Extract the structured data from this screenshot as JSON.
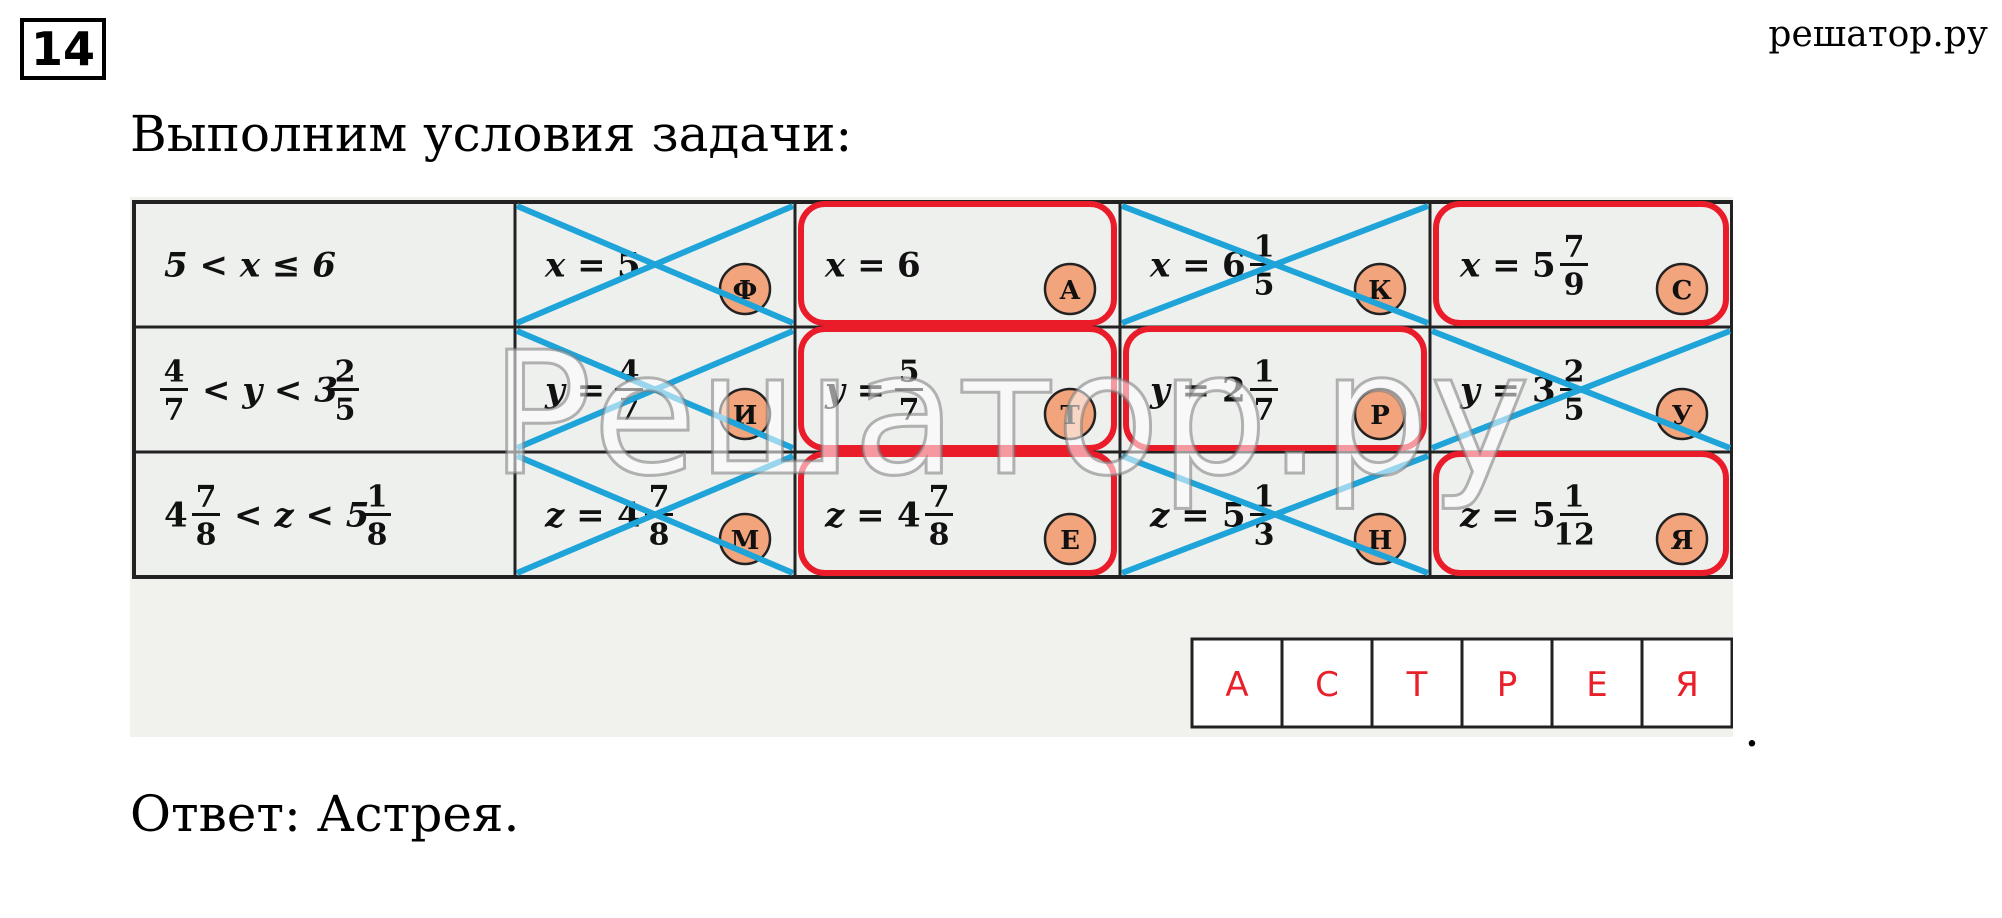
{
  "header": {
    "task_number": "14",
    "site_name": "решатор.ру"
  },
  "intro": "Выполним условия задачи:",
  "table": {
    "rows": [
      {
        "condition": {
          "var": "5 < x ≤ 6"
        },
        "options": [
          {
            "var": "x =",
            "value": "5",
            "letter": "Ф",
            "crossed": true,
            "selected": false
          },
          {
            "var": "x =",
            "value": "6",
            "letter": "А",
            "crossed": false,
            "selected": true
          },
          {
            "var": "x =",
            "value": "6 1/5",
            "whole": "6",
            "num": "1",
            "den": "5",
            "letter": "К",
            "crossed": true,
            "selected": false
          },
          {
            "var": "x =",
            "value": "5 7/9",
            "whole": "5",
            "num": "7",
            "den": "9",
            "letter": "С",
            "crossed": false,
            "selected": true
          }
        ]
      },
      {
        "condition": {
          "left_num": "4",
          "left_den": "7",
          "mid": "< y < 3",
          "right_num": "2",
          "right_den": "5"
        },
        "options": [
          {
            "var": "y =",
            "num": "4",
            "den": "7",
            "letter": "И",
            "crossed": true,
            "selected": false
          },
          {
            "var": "y =",
            "num": "5",
            "den": "7",
            "letter": "Т",
            "crossed": false,
            "selected": true
          },
          {
            "var": "y =",
            "whole": "2",
            "num": "1",
            "den": "7",
            "letter": "Р",
            "crossed": false,
            "selected": true
          },
          {
            "var": "y =",
            "whole": "3",
            "num": "2",
            "den": "5",
            "letter": "У",
            "crossed": true,
            "selected": false
          }
        ]
      },
      {
        "condition": {
          "left_whole": "4",
          "left_num": "7",
          "left_den": "8",
          "mid": "< z < 5",
          "right_num": "1",
          "right_den": "8"
        },
        "options": [
          {
            "var": "z =",
            "whole": "4",
            "num": "7",
            "den": "8",
            "letter": "М",
            "crossed": true,
            "selected": false
          },
          {
            "var": "z =",
            "whole": "4",
            "num": "7",
            "den": "8",
            "letter": "Е",
            "crossed": false,
            "selected": true
          },
          {
            "var": "z =",
            "whole": "5",
            "num": "1",
            "den": "3",
            "letter": "Н",
            "crossed": true,
            "selected": false
          },
          {
            "var": "z =",
            "whole": "5",
            "num": "1",
            "den": "12",
            "letter": "Я",
            "crossed": false,
            "selected": true
          }
        ]
      }
    ]
  },
  "answer_word": [
    "А",
    "С",
    "Т",
    "Р",
    "Е",
    "Я"
  ],
  "period": ".",
  "answer_line": "Ответ: Астрея.",
  "watermark": "Решатор.ру",
  "colors": {
    "cross": "#1ea4d8",
    "highlight": "#ea1c2a",
    "badge": "#f2a47c",
    "answer_letter": "#e8202a",
    "table_border": "#222222",
    "cell_bg": "#eef0ee"
  }
}
